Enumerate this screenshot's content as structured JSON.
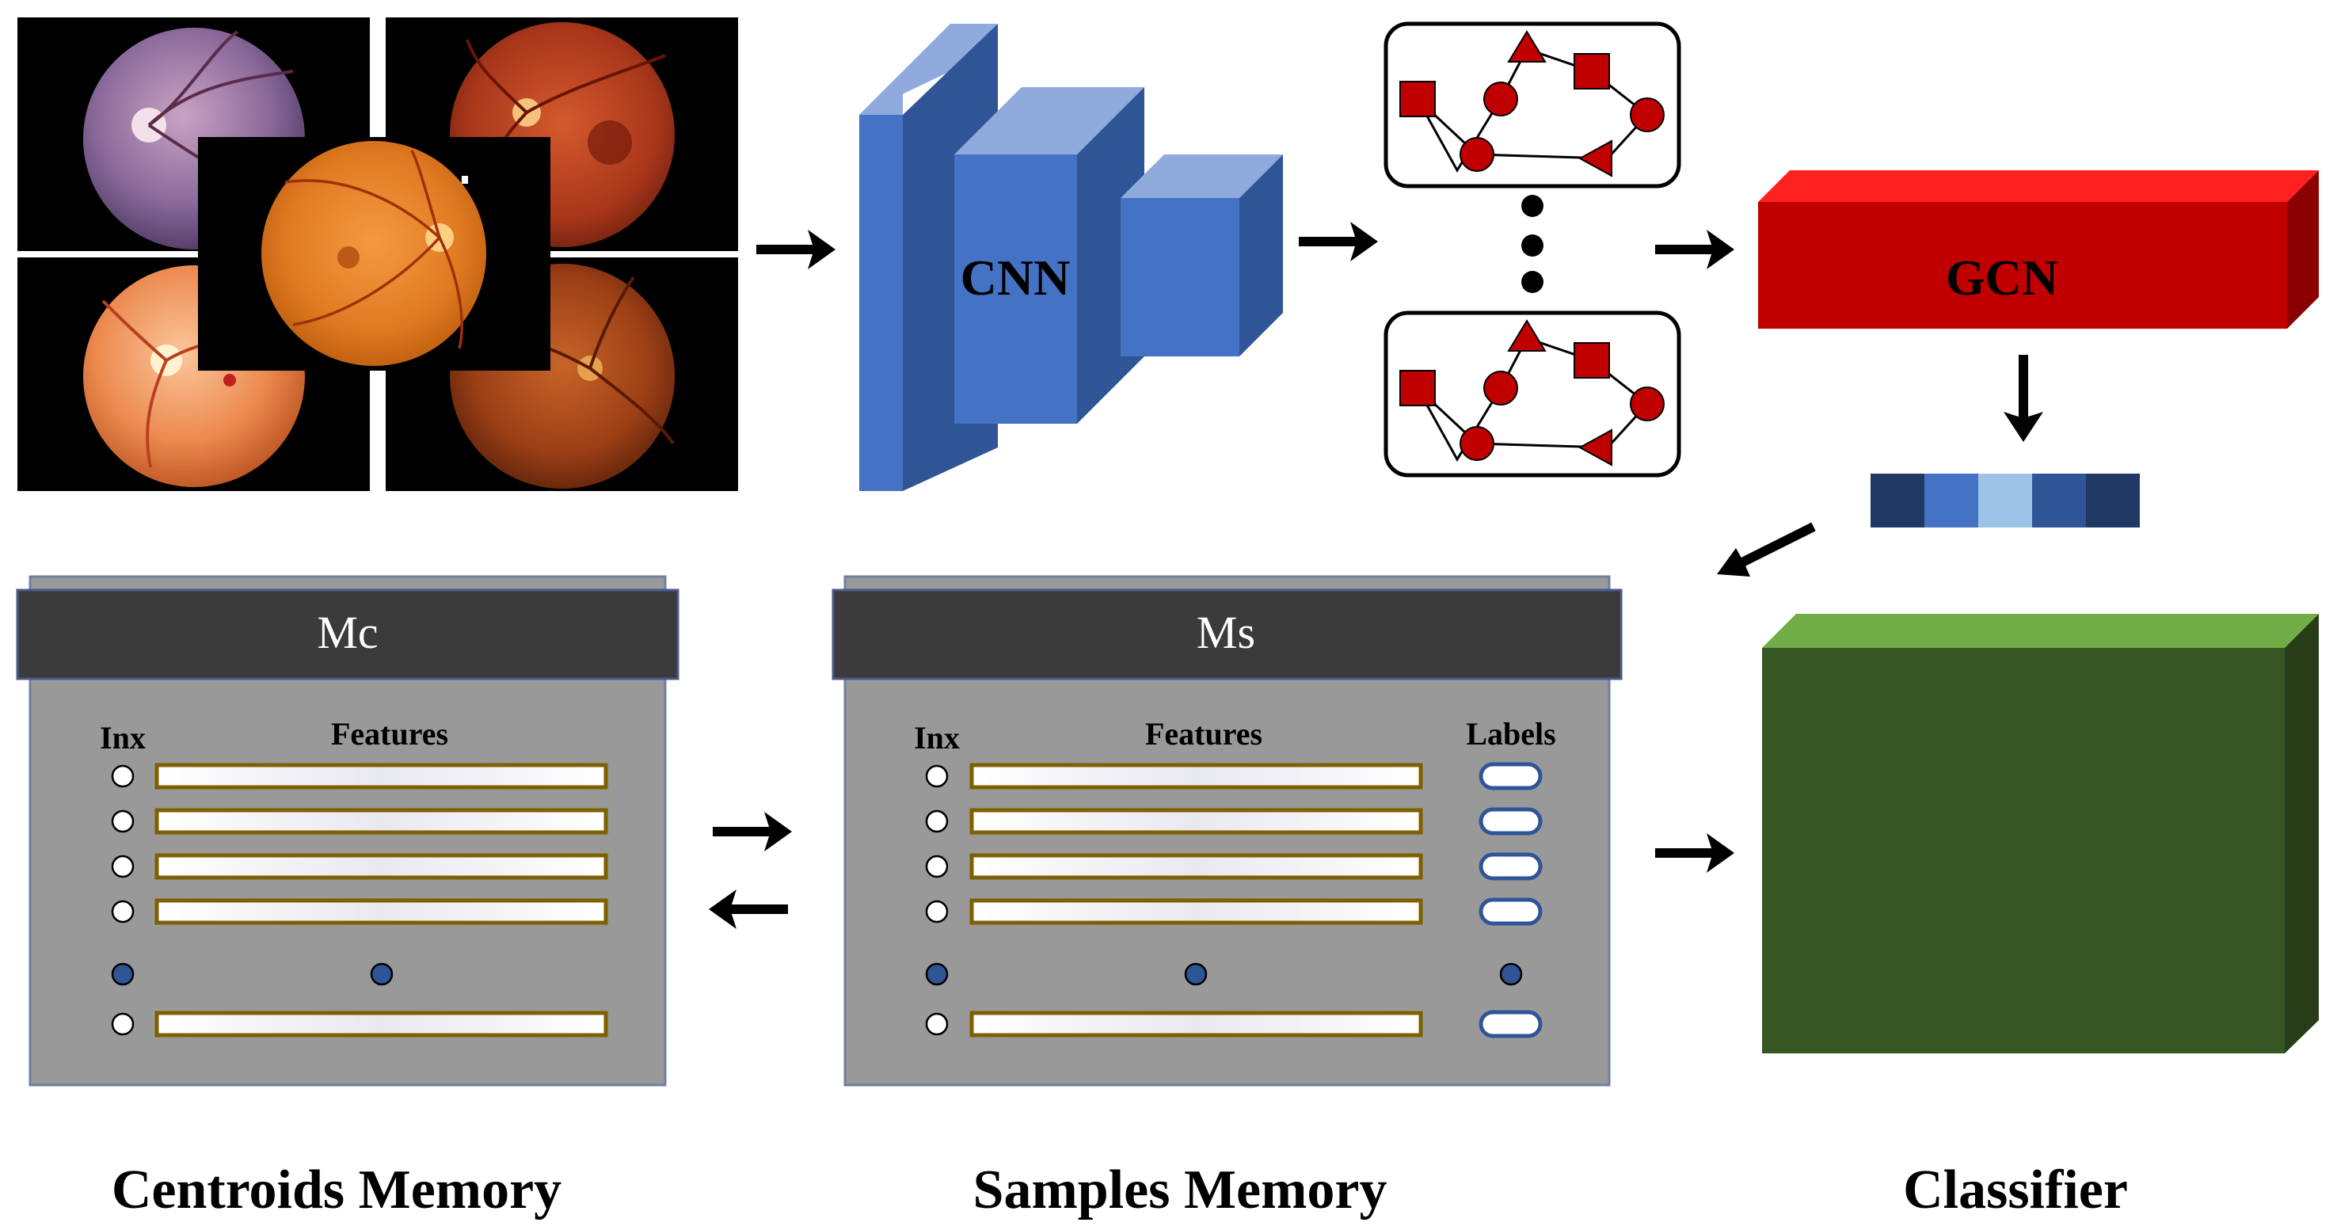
{
  "labels": {
    "cnn": "CNN",
    "gcn": "GCN",
    "mc": "Mc",
    "ms": "Ms",
    "inx": "Inx",
    "features": "Features",
    "labels": "Labels",
    "centroids_memory": "Centroids Memory",
    "samples_memory": "Samples Memory",
    "classifier": "Classifier"
  },
  "colors": {
    "cnn_front": "#4472c4",
    "cnn_top": "#8faadc",
    "cnn_side": "#2f5597",
    "gcn_front": "#c00000",
    "gcn_top": "#ff2020",
    "gcn_side": "#8b0000",
    "graph_node": "#c00000",
    "classifier_front": "#375623",
    "classifier_top": "#70ad47",
    "classifier_side": "#263d17",
    "memory_bg": "#999999",
    "memory_header": "#3b3b3b",
    "feature_border": "#7f6000",
    "label_pill_border": "#2f5597",
    "dot_blue": "#2f5597",
    "vector": [
      "#1f3864",
      "#4472c4",
      "#9dc3e6",
      "#2f5597",
      "#1f3864"
    ]
  },
  "icons": {
    "fundus": "retina-fundus-image",
    "graph": "graph-node-icon",
    "arrow": "arrow-icon"
  }
}
